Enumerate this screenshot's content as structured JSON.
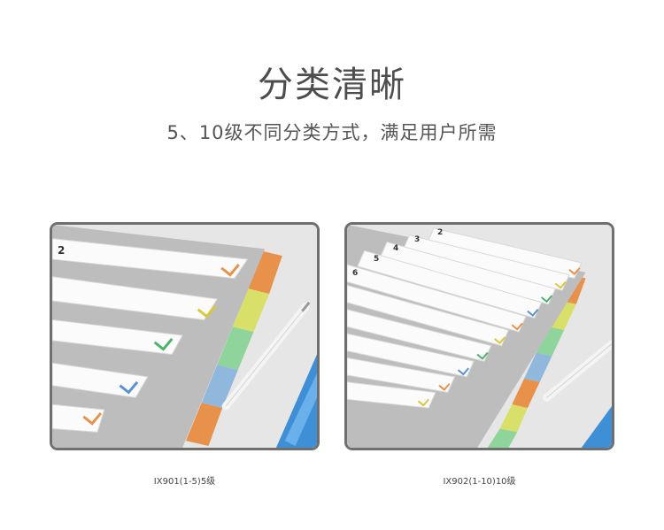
{
  "heading": {
    "title": "分类清晰",
    "subtitle": "5、10级不同分类方式，满足用户所需"
  },
  "products": [
    {
      "caption": "IX901(1-5)5级",
      "tab_labels": [
        "2"
      ]
    },
    {
      "caption": "IX902(1-10)10级",
      "tab_labels": [
        "2",
        "3",
        "4",
        "5",
        "6"
      ]
    }
  ]
}
